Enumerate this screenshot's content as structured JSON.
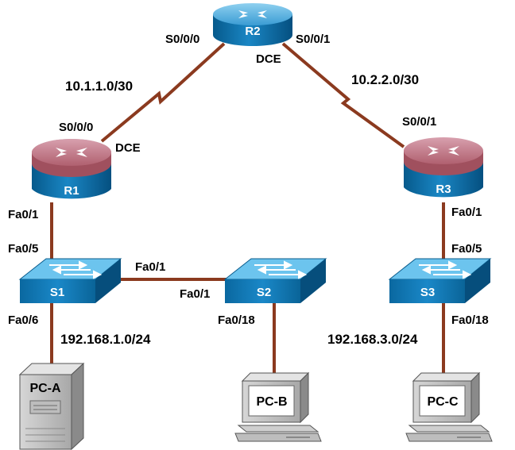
{
  "colors": {
    "link": "#8b3a1f",
    "router_top_blue": "#4fb0e0",
    "router_top_red": "#c2788a",
    "router_body": "#0a6fa8",
    "switch_top": "#5ab8e8",
    "switch_body": "#0a6fa8",
    "pc_gray": "#c8c8c8"
  },
  "devices": {
    "r1": {
      "name": "R1",
      "icon": "router-icon",
      "variant": "red"
    },
    "r2": {
      "name": "R2",
      "icon": "router-icon",
      "variant": "blue"
    },
    "r3": {
      "name": "R3",
      "icon": "router-icon",
      "variant": "red"
    },
    "s1": {
      "name": "S1",
      "icon": "switch-icon"
    },
    "s2": {
      "name": "S2",
      "icon": "switch-icon"
    },
    "s3": {
      "name": "S3",
      "icon": "switch-icon"
    },
    "pca": {
      "name": "PC-A",
      "icon": "tower-pc-icon"
    },
    "pcb": {
      "name": "PC-B",
      "icon": "desktop-pc-icon"
    },
    "pcc": {
      "name": "PC-C",
      "icon": "desktop-pc-icon"
    }
  },
  "links": {
    "r1_r2": {
      "network": "10.1.1.0/30",
      "r1_port": "S0/0/0",
      "r1_dce": "DCE",
      "r2_port": "S0/0/0"
    },
    "r2_r3": {
      "network": "10.2.2.0/30",
      "r2_port": "S0/0/1",
      "r2_dce": "DCE",
      "r3_port": "S0/0/1"
    },
    "r1_s1": {
      "r1_port": "Fa0/1",
      "s1_port": "Fa0/5"
    },
    "r3_s3": {
      "r3_port": "Fa0/1",
      "s3_port": "Fa0/5"
    },
    "s1_s2": {
      "s1_port": "Fa0/1",
      "s2_port": "Fa0/1"
    },
    "s1_pca": {
      "s1_port": "Fa0/6",
      "network": "192.168.1.0/24"
    },
    "s2_pcb": {
      "s2_port": "Fa0/18"
    },
    "s3_pcc": {
      "s3_port": "Fa0/18",
      "network": "192.168.3.0/24"
    }
  }
}
